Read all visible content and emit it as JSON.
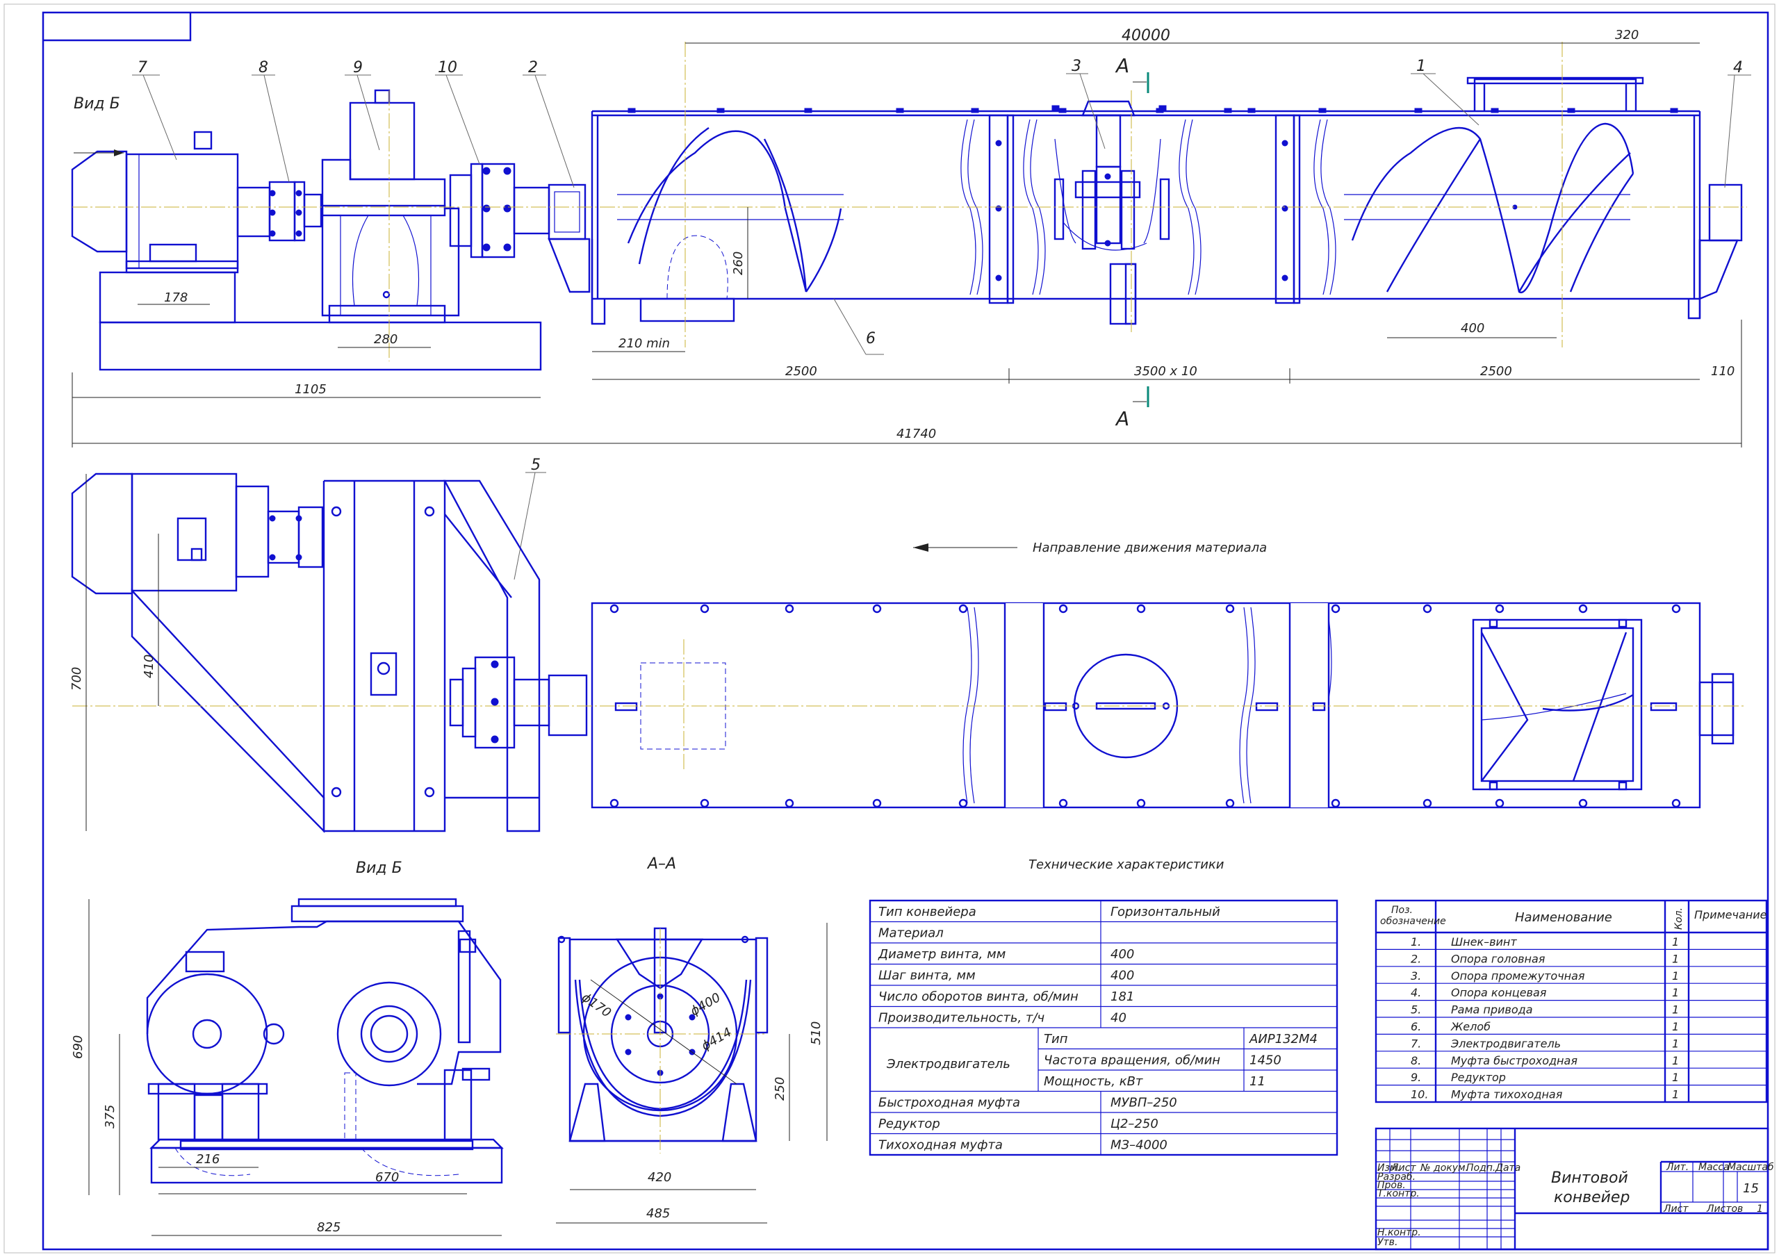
{
  "views": {
    "view_b_top": "Вид Б",
    "view_b_bottom": "Вид Б",
    "section_aa": "А–А",
    "section_mark": "А"
  },
  "positions": [
    "7",
    "8",
    "9",
    "10",
    "2",
    "3",
    "1",
    "4",
    "6",
    "5"
  ],
  "dimensions": {
    "d40000": "40000",
    "d320": "320",
    "d178": "178",
    "d280": "280",
    "d260": "260",
    "d210min": "210 min",
    "d2500a": "2500",
    "d3500x10": "3500 x 10",
    "d2500b": "2500",
    "d110": "110",
    "d400": "400",
    "d1105": "1105",
    "d41740": "41740",
    "d700": "700",
    "d410": "410",
    "d690": "690",
    "d375": "375",
    "d216": "216",
    "d670": "670",
    "d825": "825",
    "d170": "ϕ170",
    "d400c": "ϕ400",
    "d414": "ϕ414",
    "d510": "510",
    "d250": "250",
    "d420": "420",
    "d485": "485"
  },
  "flow_label": "Направление движения материала",
  "tech_title": "Технические характеристики",
  "tech_table": {
    "rows": [
      {
        "label": "Тип конвейера",
        "value": "Горизонтальный"
      },
      {
        "label": "Материал",
        "value": ""
      },
      {
        "label": "Диаметр винта, мм",
        "value": "400"
      },
      {
        "label": "Шаг винта, мм",
        "value": "400"
      },
      {
        "label": "Число оборотов винта, об/мин",
        "value": "181"
      },
      {
        "label": "Производительность, т/ч",
        "value": "40"
      }
    ],
    "motor_label": "Электродвигатель",
    "motor_rows": [
      {
        "label": "Тип",
        "value": "АИР132М4"
      },
      {
        "label": "Частота вращения, об/мин",
        "value": "1450"
      },
      {
        "label": "Мощность, кВт",
        "value": "11"
      }
    ],
    "tail_rows": [
      {
        "label": "Быстроходная муфта",
        "value": "МУВП–250"
      },
      {
        "label": "Редуктор",
        "value": "Ц2–250"
      },
      {
        "label": "Тихоходная муфта",
        "value": "МЗ–4000"
      }
    ]
  },
  "spec": {
    "headers": {
      "pos": "Поз. обозначение",
      "name": "Наименование",
      "qty": "Кол.",
      "note": "Примечание"
    },
    "items": [
      {
        "pos": "1.",
        "name": "Шнек–винт",
        "qty": "1"
      },
      {
        "pos": "2.",
        "name": "Опора головная",
        "qty": "1"
      },
      {
        "pos": "3.",
        "name": "Опора промежуточная",
        "qty": "1"
      },
      {
        "pos": "4.",
        "name": "Опора концевая",
        "qty": "1"
      },
      {
        "pos": "5.",
        "name": "Рама привода",
        "qty": "1"
      },
      {
        "pos": "6.",
        "name": "Желоб",
        "qty": "1"
      },
      {
        "pos": "7.",
        "name": "Электродвигатель",
        "qty": "1"
      },
      {
        "pos": "8.",
        "name": "Муфта быстроходная",
        "qty": "1"
      },
      {
        "pos": "9.",
        "name": "Редуктор",
        "qty": "1"
      },
      {
        "pos": "10.",
        "name": "Муфта тихоходная",
        "qty": "1"
      }
    ]
  },
  "title_block": {
    "title_line1": "Винтовой",
    "title_line2": "конвейер",
    "lit": "Лит.",
    "mass": "Масса",
    "scale": "Масштаб",
    "scale_value": "15",
    "sheet": "Лист",
    "sheets": "Листов",
    "sheets_value": "1",
    "izm": "Изм.",
    "list": "Лист",
    "ndoc": "№ докум.",
    "podp": "Подп.",
    "data": "Дата",
    "razrab": "Разраб.",
    "prov": "Пров.",
    "tkontr": "Т.контр.",
    "nkontr": "Н.контр.",
    "utv": "Утв."
  }
}
